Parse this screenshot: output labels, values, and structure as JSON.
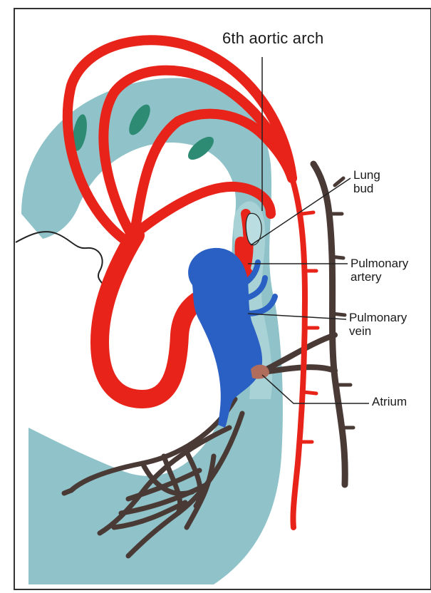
{
  "labels": {
    "aortic_arch": "6th aortic arch",
    "lung_bud_line1": "Lung",
    "lung_bud_line2": "bud",
    "pulmonary_artery_line1": "Pulmonary",
    "pulmonary_artery_line2": "artery",
    "pulmonary_vein_line1": "Pulmonary",
    "pulmonary_vein_line2": "vein",
    "atrium": "Atrium"
  },
  "colors": {
    "artery": "#e8231a",
    "vein": "#2a5fc4",
    "body_tissue": "#8fc3c9",
    "lung_network": "#4a3a36",
    "somite": "#2d8a73",
    "outline": "#222222"
  }
}
